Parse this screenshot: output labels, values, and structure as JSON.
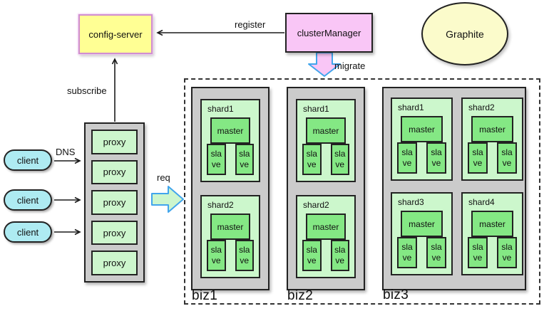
{
  "nodes": {
    "config_server": {
      "label": "config-server"
    },
    "cluster_manager": {
      "label": "clusterManager"
    },
    "graphite": {
      "label": "Graphite"
    }
  },
  "edges": {
    "register": {
      "label": "register"
    },
    "subscribe": {
      "label": "subscribe"
    },
    "dns": {
      "label": "DNS"
    },
    "req": {
      "label": "req"
    },
    "migrate": {
      "label": "migrate"
    }
  },
  "clients": [
    {
      "label": "client"
    },
    {
      "label": "client"
    },
    {
      "label": "client"
    }
  ],
  "proxy_stack": {
    "items": [
      {
        "label": "proxy"
      },
      {
        "label": "proxy"
      },
      {
        "label": "proxy"
      },
      {
        "label": "proxy"
      },
      {
        "label": "proxy"
      }
    ]
  },
  "cluster": {
    "groups": [
      {
        "label": "biz1",
        "shards": [
          {
            "label": "shard1",
            "master": "master",
            "slaves": [
              "slave",
              "slave"
            ]
          },
          {
            "label": "shard2",
            "master": "master",
            "slaves": [
              "slave",
              "slave"
            ]
          }
        ]
      },
      {
        "label": "biz2",
        "shards": [
          {
            "label": "shard1",
            "master": "master",
            "slaves": [
              "slave",
              "slave"
            ]
          },
          {
            "label": "shard2",
            "master": "master",
            "slaves": [
              "slave",
              "slave"
            ]
          }
        ]
      },
      {
        "label": "biz3",
        "shards": [
          {
            "label": "shard1",
            "master": "master",
            "slaves": [
              "slave",
              "slave"
            ]
          },
          {
            "label": "shard2",
            "master": "master",
            "slaves": [
              "slave",
              "slave"
            ]
          },
          {
            "label": "shard3",
            "master": "master",
            "slaves": [
              "slave",
              "slave"
            ]
          },
          {
            "label": "shard4",
            "master": "master",
            "slaves": [
              "slave",
              "slave"
            ]
          }
        ]
      }
    ]
  },
  "colors": {
    "config_server_fill": "#ffff94",
    "config_server_border": "#d08ed0",
    "cluster_manager_fill": "#f9c6f6",
    "graphite_fill": "#fbfbcb",
    "client_fill": "#aeebf2",
    "container_gray": "#cbcbcb",
    "proxy_fill": "#cdf6cd",
    "shard_fill": "#ccf7cc",
    "master_slave_fill": "#84e884",
    "block_arrow_border": "#41a5ec",
    "line_color": "#1a1a1a"
  }
}
